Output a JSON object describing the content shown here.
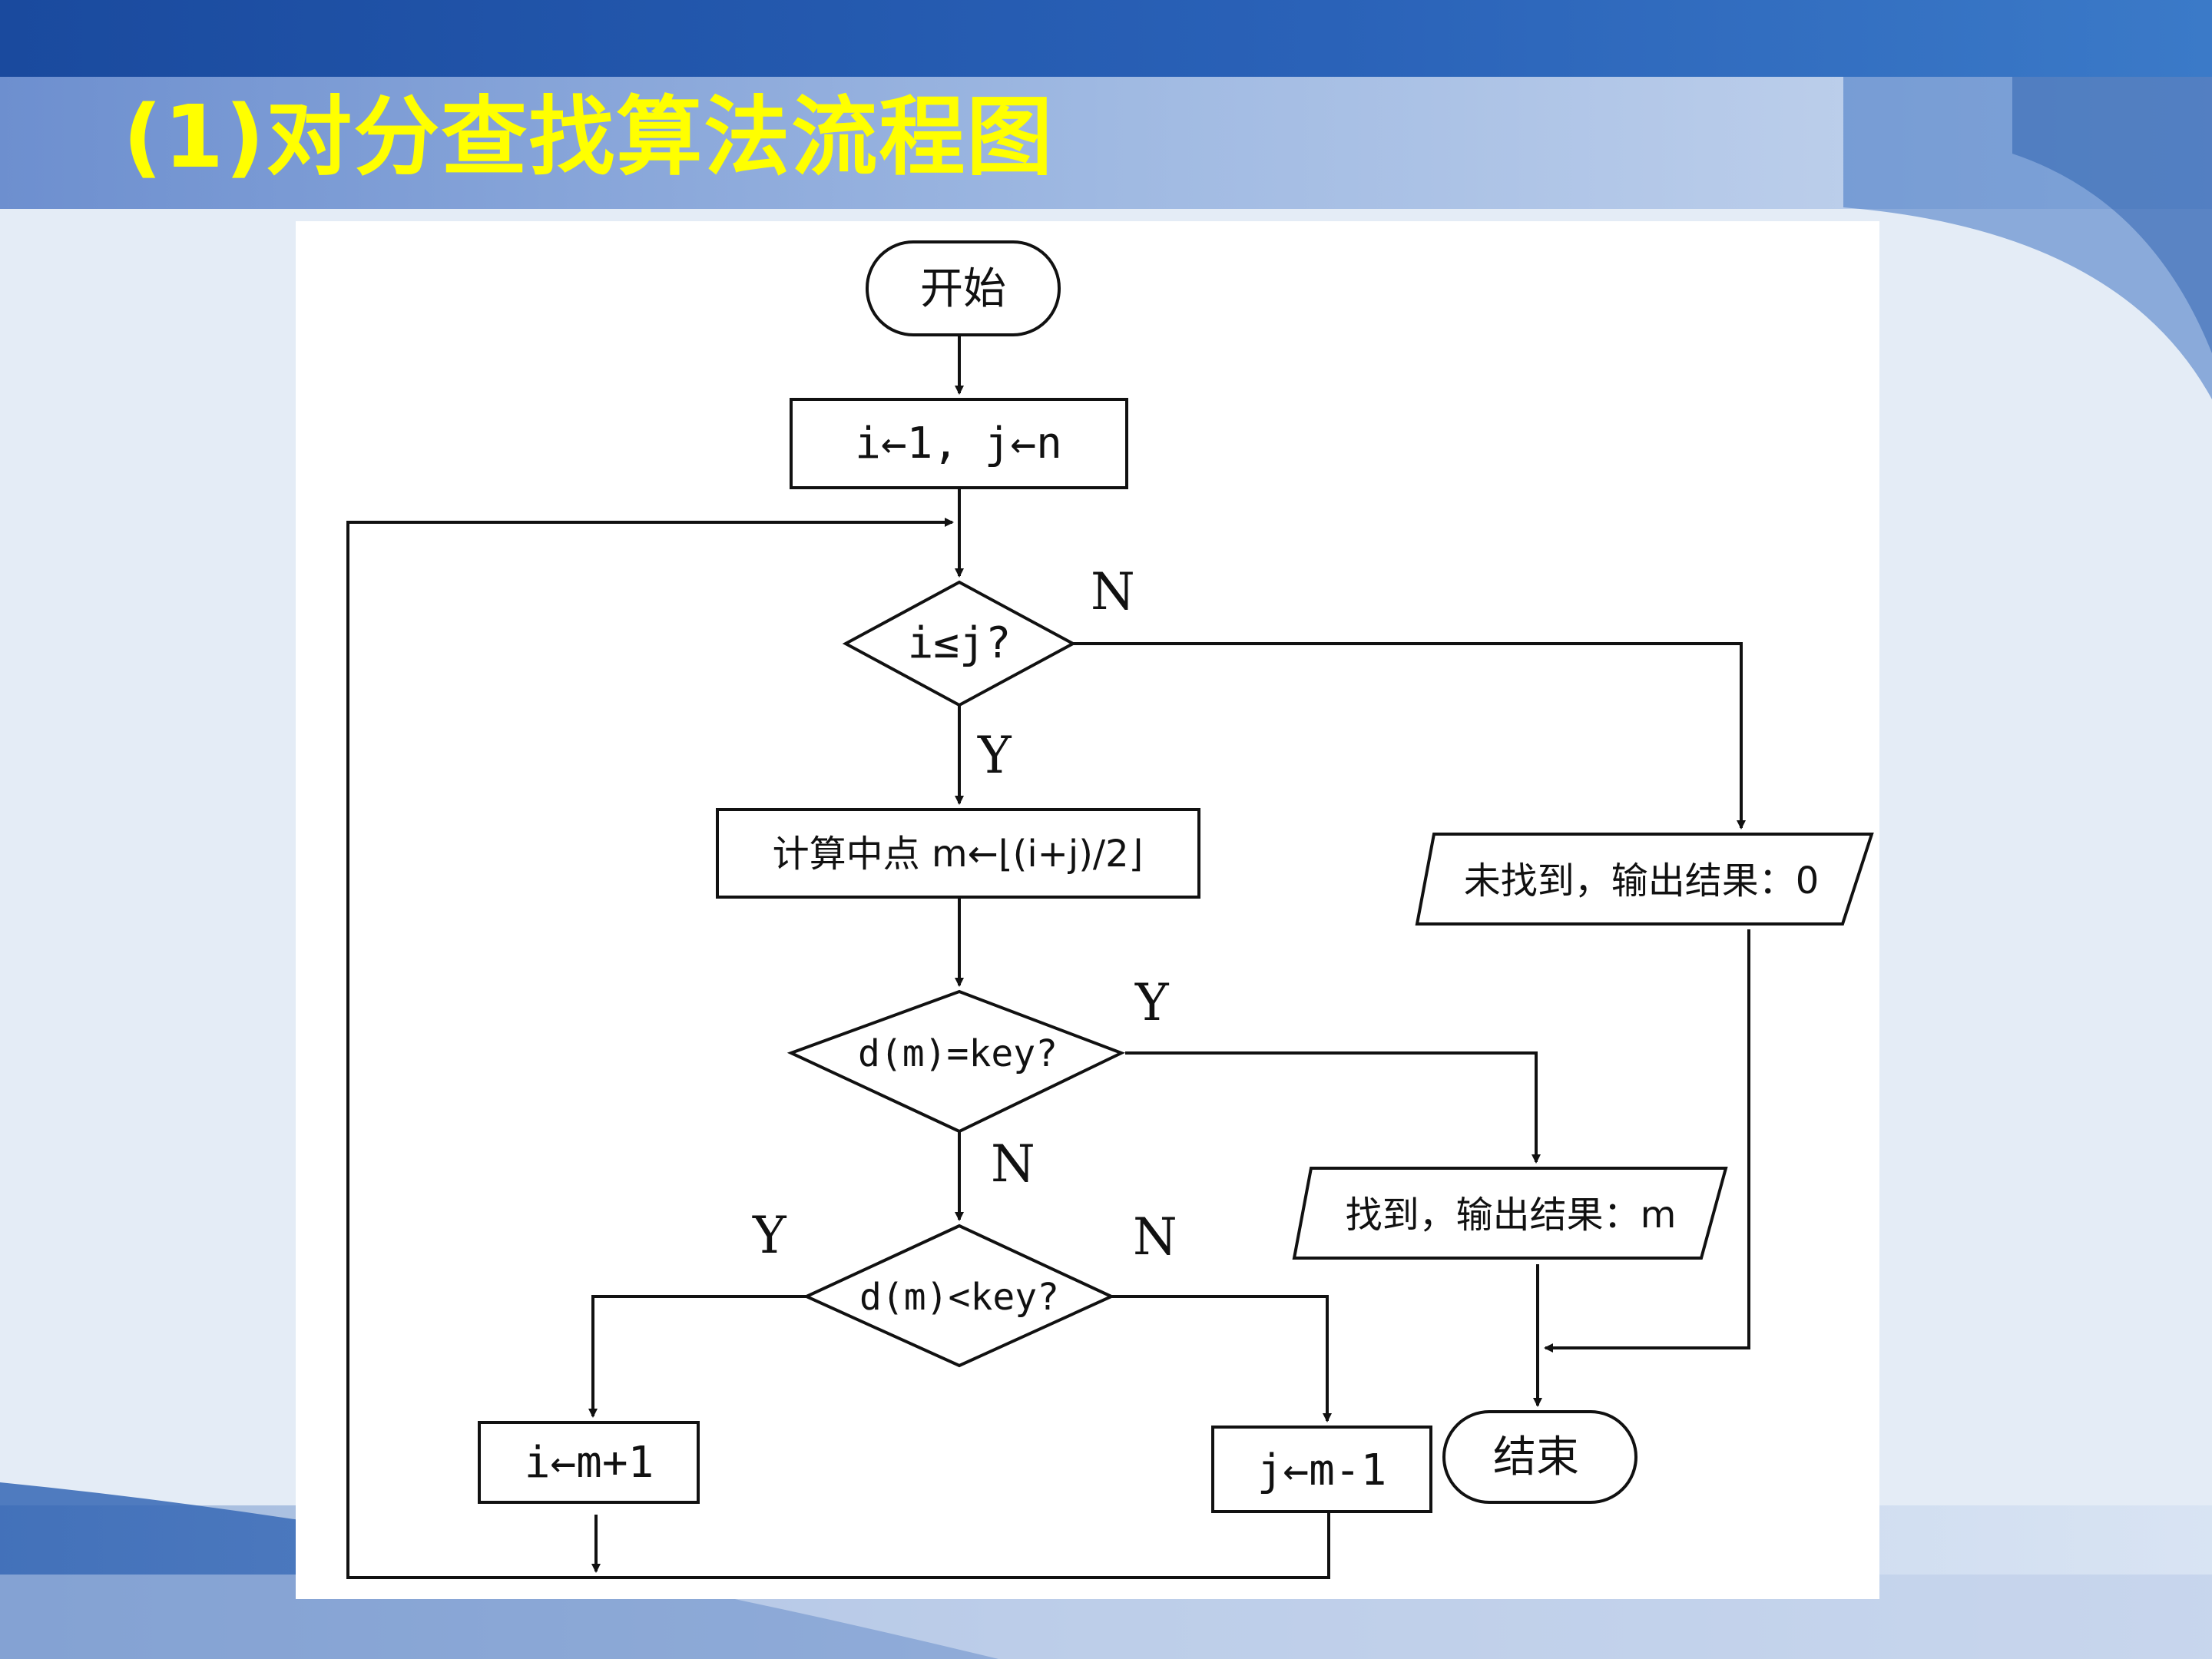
{
  "slide": {
    "title": "(1)对分查找算法流程图",
    "colors": {
      "header_band": "#1b4fa3",
      "title_text": "#ffff00",
      "background": "#e4ecf6",
      "diagram_background": "#ffffff",
      "line": "#111111"
    }
  },
  "flowchart": {
    "nodes": {
      "start": "开始",
      "init": "i←1, j←n",
      "cond_range": "i≤j?",
      "calc_mid": "计算中点 m←⌊(i+j)/2⌋",
      "not_found": "未找到，输出结果：0",
      "cond_equal": "d(m)=key?",
      "found": "找到，输出结果：m",
      "cond_less": "d(m)<key?",
      "set_i": "i←m+1",
      "set_j": "j←m-1",
      "end": "结束"
    },
    "labels": {
      "range_no": "N",
      "range_yes": "Y",
      "equal_yes": "Y",
      "equal_no": "N",
      "less_yes": "Y",
      "less_no": "N"
    }
  }
}
